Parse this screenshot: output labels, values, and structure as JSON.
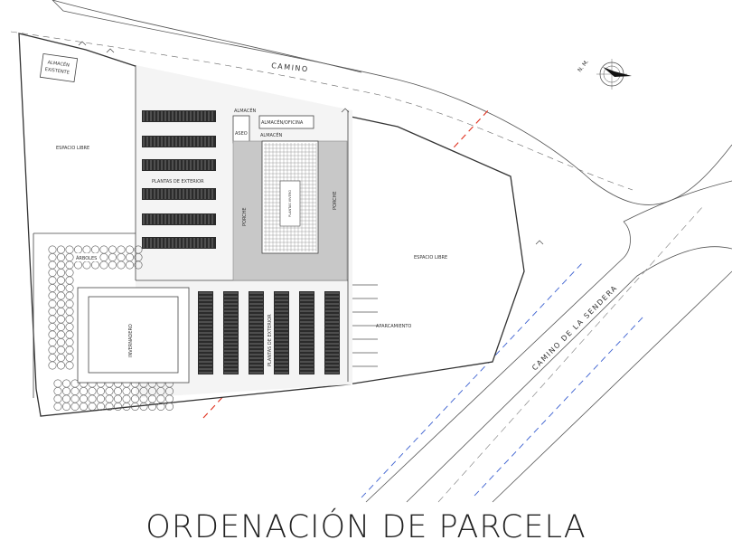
{
  "title": "ORDENACIÓN DE PARCELA",
  "north_label": "N. M.",
  "roads": {
    "camino": "CAMINO",
    "camino_sendera": "CAMINO DE LA SENDERA"
  },
  "labels": {
    "almacen_existente_1": "ALMACÉN",
    "almacen_existente_2": "EXISTENTE",
    "espacio_libre_west": "ESPACIO LIBRE",
    "espacio_libre_east": "ESPACIO LIBRE",
    "almacen_top": "ALMACÉN",
    "almacen_oficina": "ALMACÉN/OFICINA",
    "aseo": "ASEO",
    "almacen_mid": "ALMACÉN",
    "plantas_exterior_north": "PLANTAS DE EXTERIOR",
    "plantas_exterior_south": "PLANTAS DE EXTERIOR",
    "porche_west": "PORCHE",
    "porche_east": "PORCHE",
    "arboles": "ÁRBOLES",
    "invernadero": "INVERNADERO",
    "aparcamiento": "APARCAMIENTO",
    "plantas_vivero": "PLANTAS VIVERO"
  }
}
